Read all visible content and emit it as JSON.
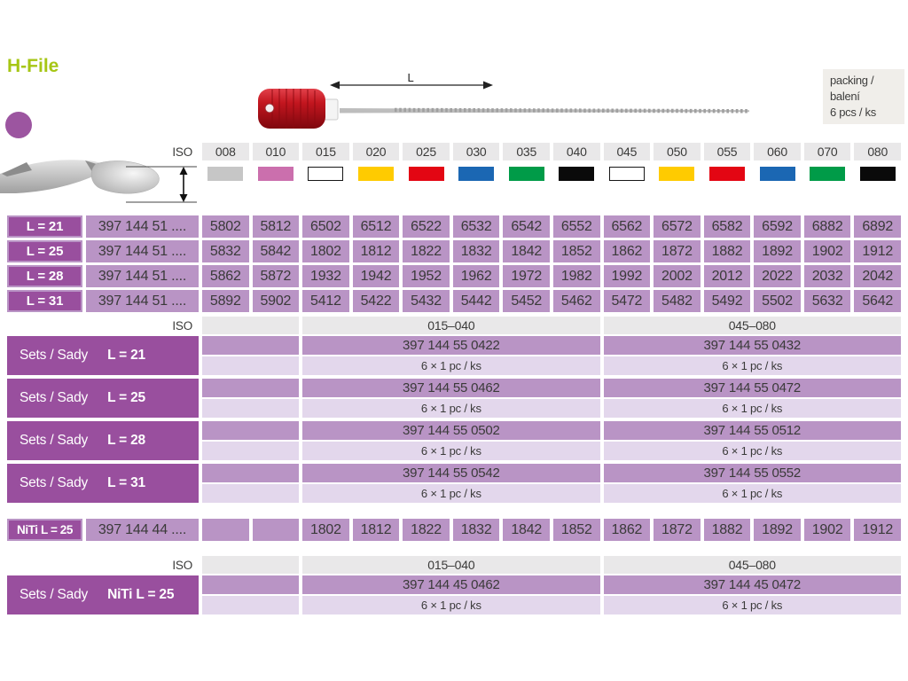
{
  "page": {
    "title": "H-File"
  },
  "packing_box": {
    "line1": "packing / balení",
    "line2": "6 pcs / ks"
  },
  "handle_figure": {
    "dimension_label": "L"
  },
  "colors": {
    "accent_green": "#a6c614",
    "purple_dark": "#994f9e",
    "purple_mid": "#b994c5",
    "purple_light": "#e3d7ec",
    "header_gray": "#e9e8e9"
  },
  "iso_row": {
    "label": "ISO",
    "sizes": [
      {
        "size": "008",
        "color": "#c6c6c6",
        "outlined": false
      },
      {
        "size": "010",
        "color": "#cb6fad",
        "outlined": false
      },
      {
        "size": "015",
        "color": "#ffffff",
        "outlined": true
      },
      {
        "size": "020",
        "color": "#ffcb00",
        "outlined": false
      },
      {
        "size": "025",
        "color": "#e30613",
        "outlined": false
      },
      {
        "size": "030",
        "color": "#1b67b3",
        "outlined": false
      },
      {
        "size": "035",
        "color": "#009b48",
        "outlined": false
      },
      {
        "size": "040",
        "color": "#0a0a0a",
        "outlined": false
      },
      {
        "size": "045",
        "color": "#ffffff",
        "outlined": true
      },
      {
        "size": "050",
        "color": "#ffcb00",
        "outlined": false
      },
      {
        "size": "055",
        "color": "#e30613",
        "outlined": false
      },
      {
        "size": "060",
        "color": "#1b67b3",
        "outlined": false
      },
      {
        "size": "070",
        "color": "#009b48",
        "outlined": false
      },
      {
        "size": "080",
        "color": "#0a0a0a",
        "outlined": false
      }
    ]
  },
  "main_table": {
    "rows": [
      {
        "label": "L = 21",
        "prefix": "397 144 51 ....",
        "codes": [
          "5802",
          "5812",
          "6502",
          "6512",
          "6522",
          "6532",
          "6542",
          "6552",
          "6562",
          "6572",
          "6582",
          "6592",
          "6882",
          "6892"
        ]
      },
      {
        "label": "L = 25",
        "prefix": "397 144 51 ....",
        "codes": [
          "5832",
          "5842",
          "1802",
          "1812",
          "1822",
          "1832",
          "1842",
          "1852",
          "1862",
          "1872",
          "1882",
          "1892",
          "1902",
          "1912"
        ]
      },
      {
        "label": "L = 28",
        "prefix": "397 144 51 ....",
        "codes": [
          "5862",
          "5872",
          "1932",
          "1942",
          "1952",
          "1962",
          "1972",
          "1982",
          "1992",
          "2002",
          "2012",
          "2022",
          "2032",
          "2042"
        ]
      },
      {
        "label": "L = 31",
        "prefix": "397 144 51 ....",
        "codes": [
          "5892",
          "5902",
          "5412",
          "5422",
          "5432",
          "5442",
          "5452",
          "5462",
          "5472",
          "5482",
          "5492",
          "5502",
          "5632",
          "5642"
        ]
      }
    ]
  },
  "sets_table": {
    "iso_label": "ISO",
    "range_a": "015–040",
    "range_b": "045–080",
    "rows": [
      {
        "label": "Sets / Sady",
        "sublabel": "L = 21",
        "code_a": "397 144 55 0422",
        "pack_a": "6 × 1 pc / ks",
        "code_b": "397 144 55 0432",
        "pack_b": "6 × 1 pc / ks"
      },
      {
        "label": "Sets / Sady",
        "sublabel": "L = 25",
        "code_a": "397 144 55 0462",
        "pack_a": "6 × 1 pc / ks",
        "code_b": "397 144 55 0472",
        "pack_b": "6 × 1 pc / ks"
      },
      {
        "label": "Sets / Sady",
        "sublabel": "L = 28",
        "code_a": "397 144 55 0502",
        "pack_a": "6 × 1 pc / ks",
        "code_b": "397 144 55 0512",
        "pack_b": "6 × 1 pc / ks"
      },
      {
        "label": "Sets / Sady",
        "sublabel": "L = 31",
        "code_a": "397 144 55 0542",
        "pack_a": "6 × 1 pc / ks",
        "code_b": "397 144 55 0552",
        "pack_b": "6 × 1 pc / ks"
      }
    ]
  },
  "niti_row": {
    "label": "NiTi L = 25",
    "prefix": "397 144 44 ....",
    "codes": [
      "",
      "",
      "1802",
      "1812",
      "1822",
      "1832",
      "1842",
      "1852",
      "1862",
      "1872",
      "1882",
      "1892",
      "1902",
      "1912"
    ]
  },
  "niti_sets_table": {
    "iso_label": "ISO",
    "range_a": "015–040",
    "range_b": "045–080",
    "rows": [
      {
        "label": "Sets / Sady",
        "sublabel": "NiTi L = 25",
        "code_a": "397 144 45 0462",
        "pack_a": "6 × 1 pc / ks",
        "code_b": "397 144 45 0472",
        "pack_b": "6 × 1 pc / ks"
      }
    ]
  }
}
